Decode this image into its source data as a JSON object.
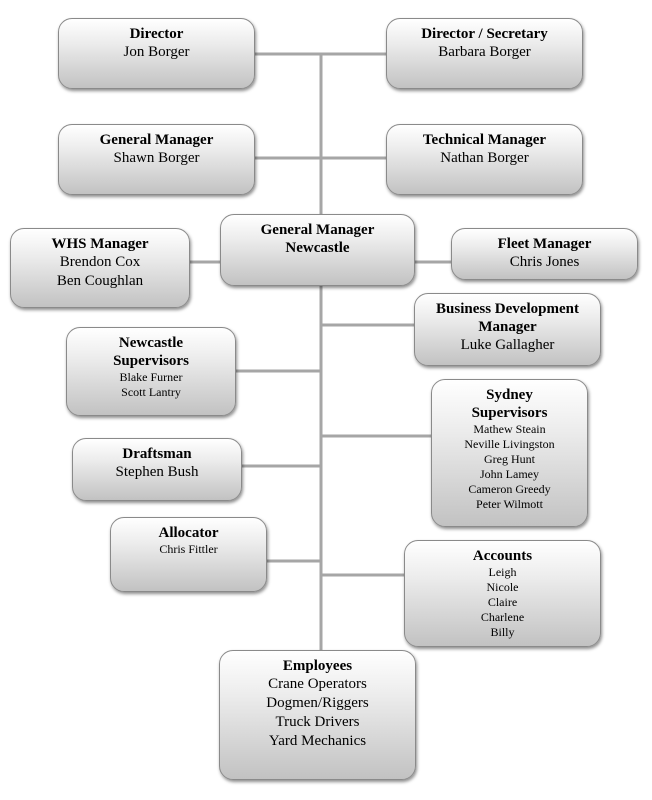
{
  "nodes": {
    "director": {
      "title": "Director",
      "lines": [
        "Jon Borger"
      ]
    },
    "director_secretary": {
      "title": "Director / Secretary",
      "lines": [
        "Barbara Borger"
      ]
    },
    "general_manager": {
      "title": "General Manager",
      "lines": [
        "Shawn Borger"
      ]
    },
    "technical_manager": {
      "title": "Technical Manager",
      "lines": [
        "Nathan Borger"
      ]
    },
    "gm_newcastle": {
      "title": "General Manager Newcastle",
      "lines": []
    },
    "whs_manager": {
      "title": "WHS Manager",
      "lines": [
        "Brendon Cox",
        "Ben Coughlan"
      ]
    },
    "fleet_manager": {
      "title": "Fleet Manager",
      "lines": [
        "Chris Jones"
      ]
    },
    "business_development": {
      "title": "Business Development Manager",
      "lines": [
        "Luke Gallagher"
      ]
    },
    "newcastle_supervisors": {
      "title": "Newcastle Supervisors",
      "lines": [
        "Blake Furner",
        "Scott Lantry"
      ]
    },
    "sydney_supervisors": {
      "title": "Sydney Supervisors",
      "lines": [
        "Mathew Steain",
        "Neville Livingston",
        "Greg Hunt",
        "John Lamey",
        "Cameron Greedy",
        "Peter Wilmott"
      ]
    },
    "draftsman": {
      "title": "Draftsman",
      "lines": [
        "Stephen Bush"
      ]
    },
    "allocator": {
      "title": "Allocator",
      "lines": [
        "Chris Fittler"
      ]
    },
    "accounts": {
      "title": "Accounts",
      "lines": [
        "Leigh",
        "Nicole",
        "Claire",
        "Charlene",
        "Billy"
      ]
    },
    "employees": {
      "title": "Employees",
      "lines": [
        "Crane Operators",
        "Dogmen/Riggers",
        "Truck Drivers",
        "Yard Mechanics"
      ]
    }
  },
  "colors": {
    "connector": "#a6a6a6",
    "box_border": "#8a8a8a"
  }
}
